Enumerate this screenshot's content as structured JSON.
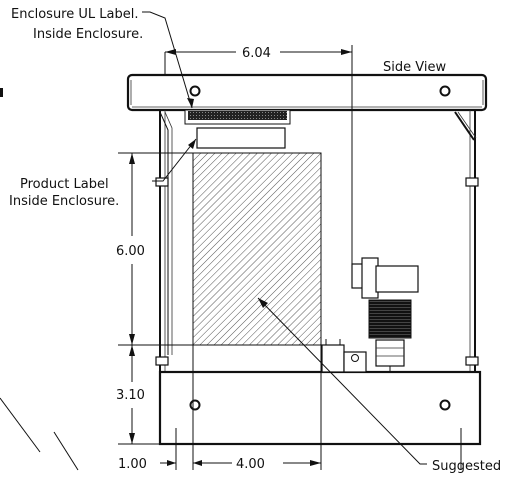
{
  "labels": {
    "enclosure_ul_line1": "Enclosure UL Label.",
    "enclosure_ul_line2": "Inside Enclosure.",
    "product_label_line1": "Product Label",
    "product_label_line2": "Inside Enclosure.",
    "side_view": "Side View",
    "suggested": "Suggested"
  },
  "dimensions": {
    "top_width": "6.04",
    "label_height": "6.00",
    "bottom_height": "3.10",
    "left_offset": "1.00",
    "label_width": "4.00"
  },
  "colors": {
    "line": "#111111",
    "hatch": "#555555",
    "background": "#ffffff"
  }
}
